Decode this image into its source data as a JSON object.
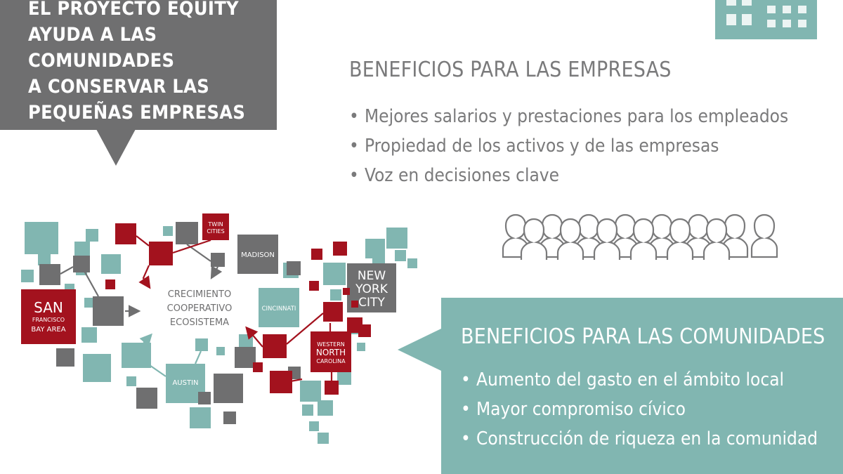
{
  "intro": {
    "title_lines": [
      "EL PROYECTO EQUITY",
      "AYUDA A LAS COMUNIDADES",
      "A CONSERVAR LAS",
      "PEQUEÑAS EMPRESAS"
    ]
  },
  "company_benefits": {
    "heading": "BENEFICIOS PARA LAS EMPRESAS",
    "bullet": "•",
    "items": [
      "Mejores salarios y prestaciones para los empleados",
      "Propiedad de los activos y de las empresas",
      "Voz en decisiones clave"
    ]
  },
  "community_benefits": {
    "heading": "BENEFICIOS PARA LAS COMUNIDADES",
    "bullet": "•",
    "items": [
      "Aumento del gasto en el ámbito local",
      "Mayor compromiso cívico",
      "Construcción de riqueza en la comunidad"
    ]
  },
  "map": {
    "center_label": [
      "CRECIMIENTO",
      "COOPERATIVO",
      "ECOSISTEMA"
    ],
    "cities": {
      "san_francisco": [
        "SAN",
        "FRANCISCO",
        "BAY AREA"
      ],
      "twin_cities": [
        "TWIN",
        "CITIES"
      ],
      "madison": "MADISON",
      "new_york": [
        "NEW",
        "YORK",
        "CITY"
      ],
      "cincinnati": "CINCINNATI",
      "western_nc": [
        "WESTERN",
        "NORTH",
        "CAROLINA"
      ],
      "austin": "AUSTIN"
    }
  },
  "colors": {
    "gray_dark": "#6f6f70",
    "gray_text": "#7a7a7b",
    "teal": "#81b6b1",
    "red": "#a3121e",
    "white": "#ffffff"
  },
  "icons": [
    "building-icon",
    "people-group-icon"
  ]
}
